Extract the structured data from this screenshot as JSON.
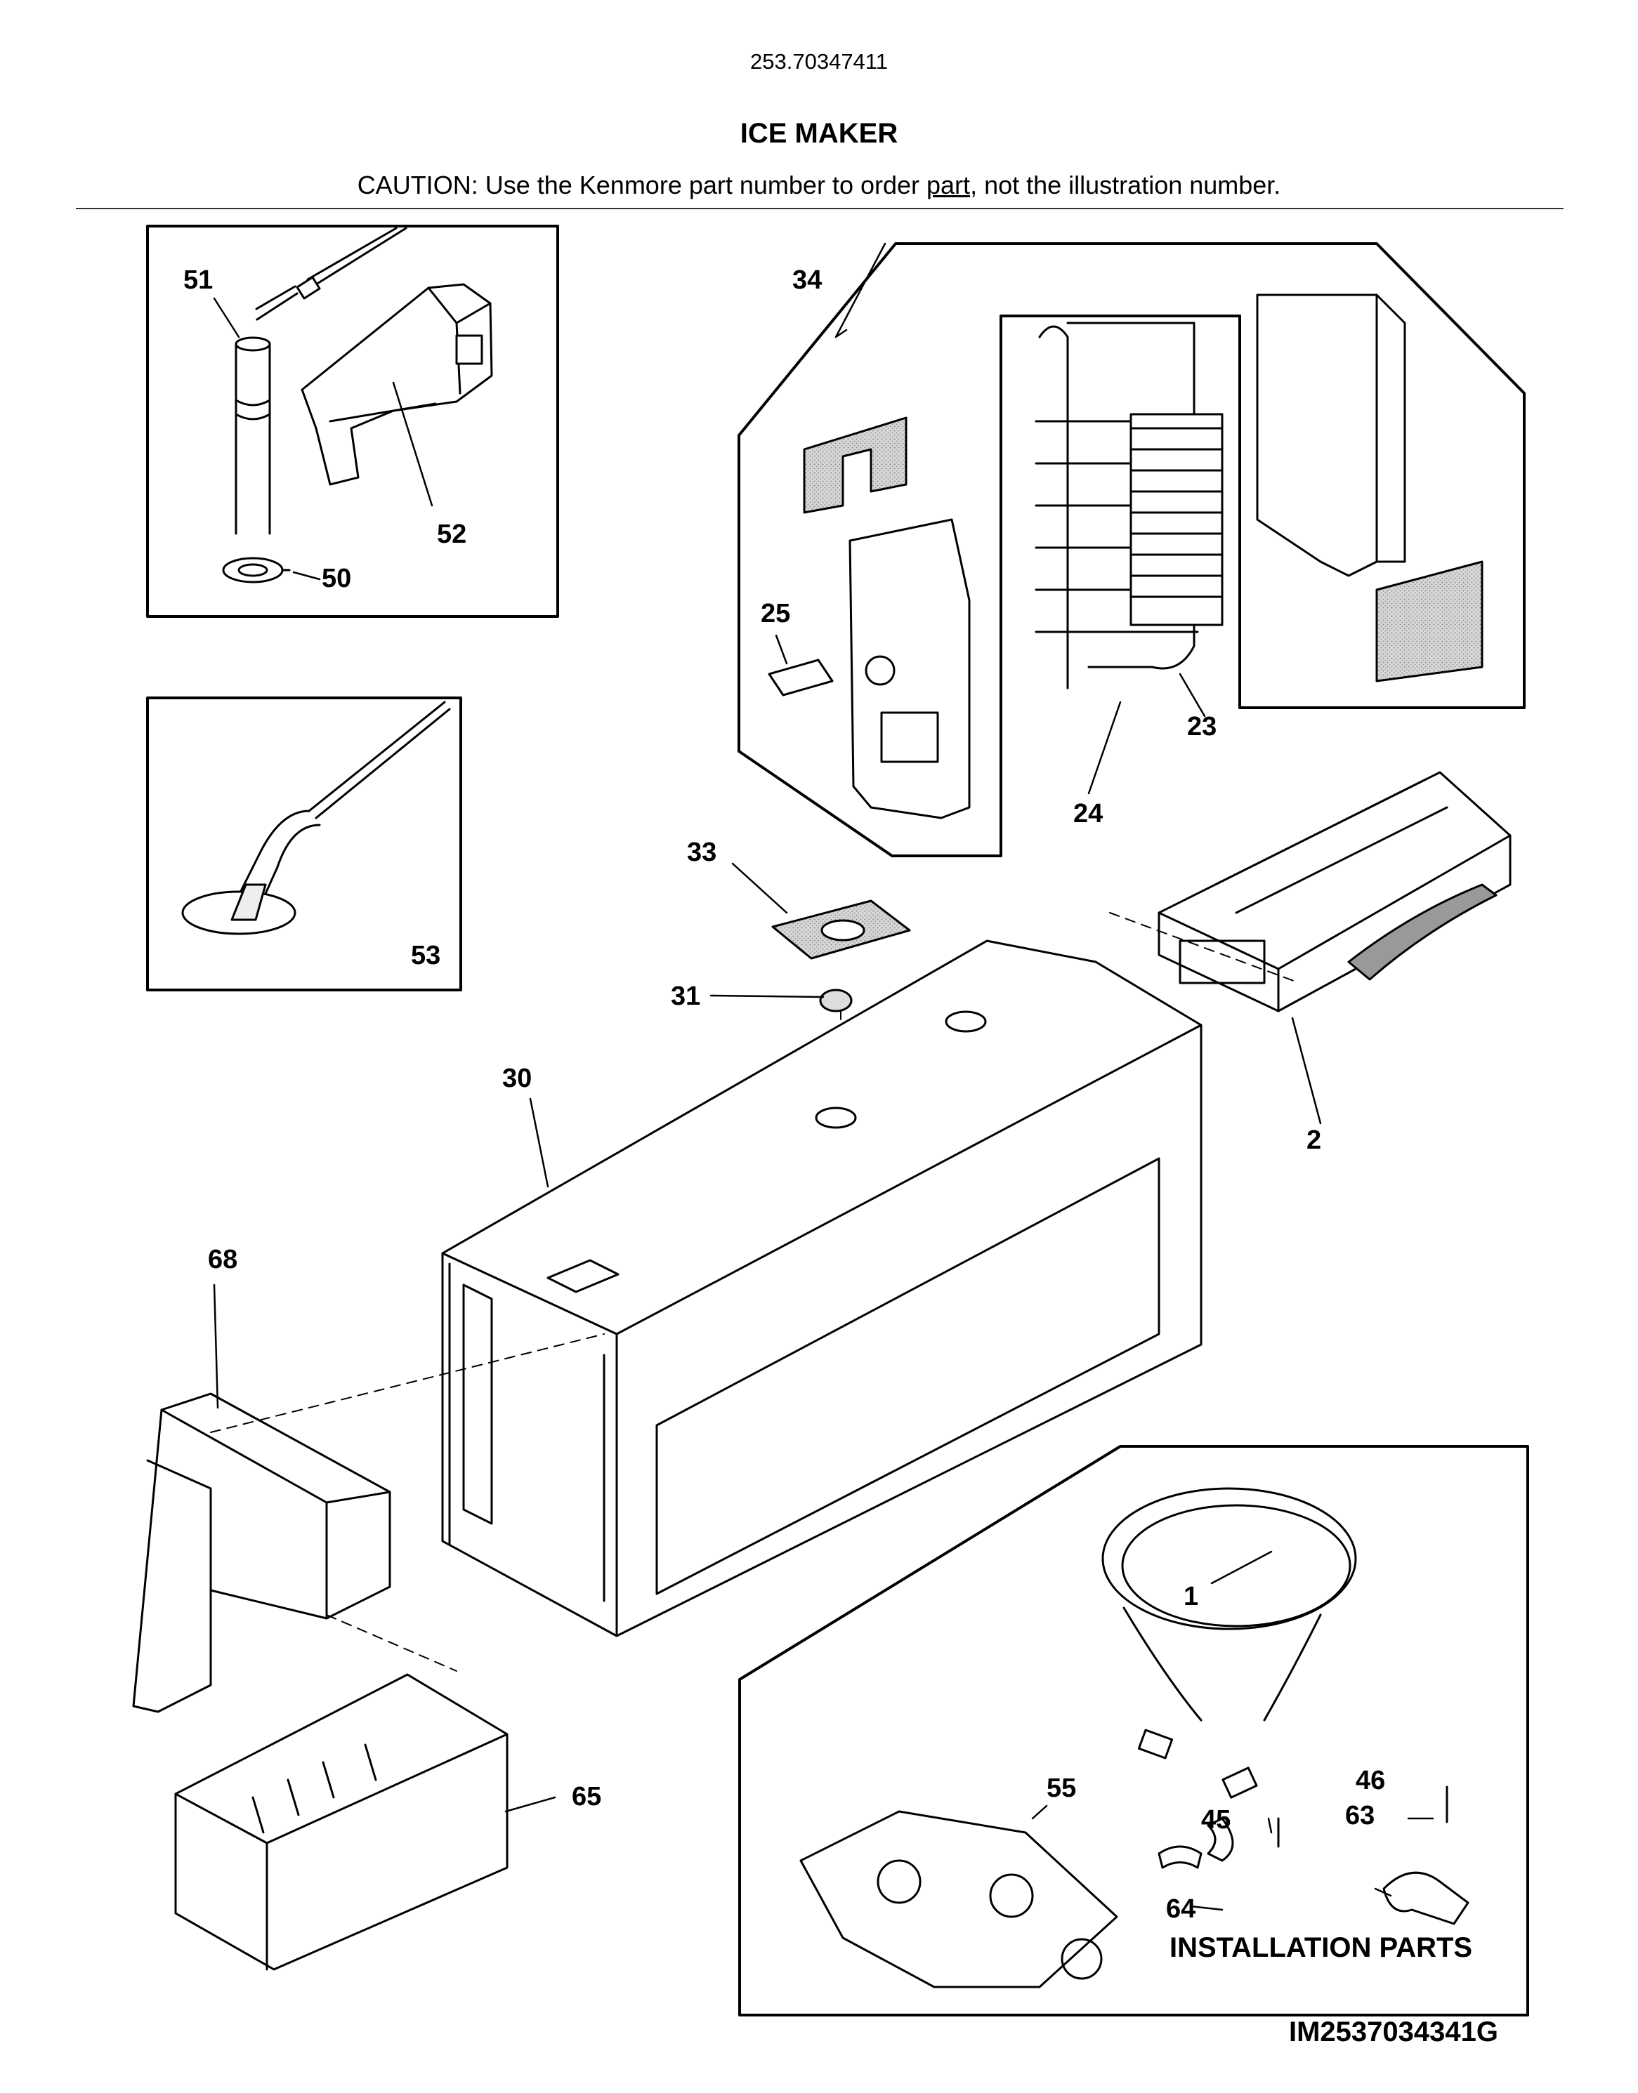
{
  "header": {
    "model_number": "253.70347411",
    "title": "ICE MAKER",
    "caution_prefix": "CAUTION: Use the Kenmore part number to order ",
    "caution_link": "part",
    "caution_suffix": ", not the illustration number."
  },
  "callouts": [
    {
      "id": "51",
      "label": "51"
    },
    {
      "id": "52",
      "label": "52"
    },
    {
      "id": "50",
      "label": "50"
    },
    {
      "id": "53",
      "label": "53"
    },
    {
      "id": "34",
      "label": "34"
    },
    {
      "id": "25",
      "label": "25"
    },
    {
      "id": "23",
      "label": "23"
    },
    {
      "id": "24",
      "label": "24"
    },
    {
      "id": "33",
      "label": "33"
    },
    {
      "id": "31",
      "label": "31"
    },
    {
      "id": "30",
      "label": "30"
    },
    {
      "id": "2",
      "label": "2"
    },
    {
      "id": "68",
      "label": "68"
    },
    {
      "id": "65",
      "label": "65"
    },
    {
      "id": "1",
      "label": "1"
    },
    {
      "id": "55",
      "label": "55"
    },
    {
      "id": "46",
      "label": "46"
    },
    {
      "id": "45",
      "label": "45"
    },
    {
      "id": "63",
      "label": "63"
    },
    {
      "id": "64",
      "label": "64"
    }
  ],
  "installation_parts_label": "INSTALLATION PARTS",
  "diagram_id": "IM2537034341G"
}
